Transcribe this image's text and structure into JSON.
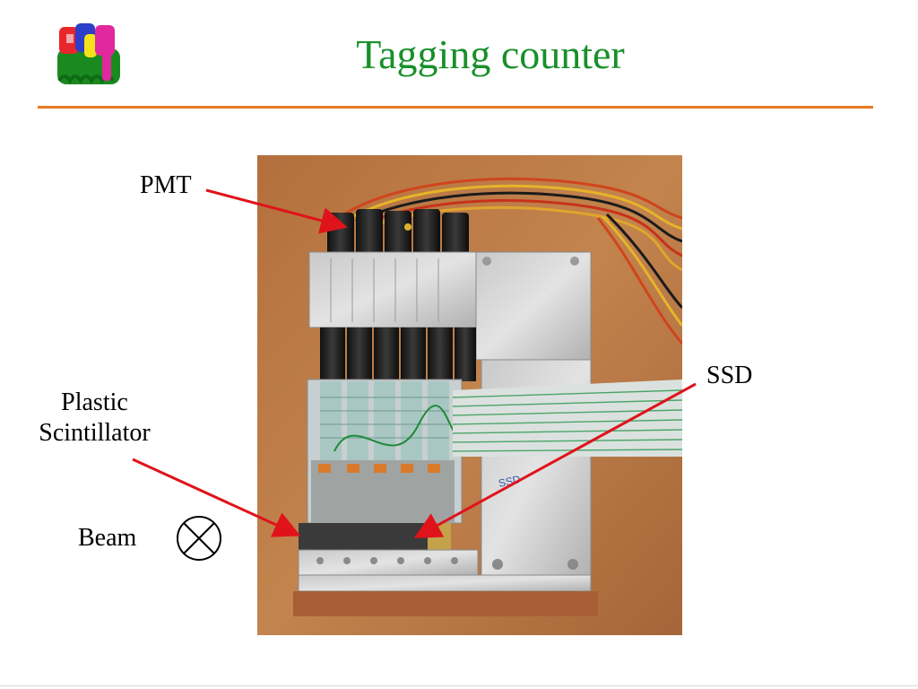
{
  "slide": {
    "title": "Tagging counter"
  },
  "labels": {
    "pmt": "PMT",
    "ssd": "SSD",
    "plastic_line1": "Plastic",
    "plastic_line2": "Scintillator",
    "beam": "Beam"
  },
  "colors": {
    "title": "#18902a",
    "rule": "#e87a22",
    "arrow": "#e0131b"
  },
  "icons": {
    "beam_symbol": "circle-cross-icon",
    "logo": "group-logo"
  }
}
